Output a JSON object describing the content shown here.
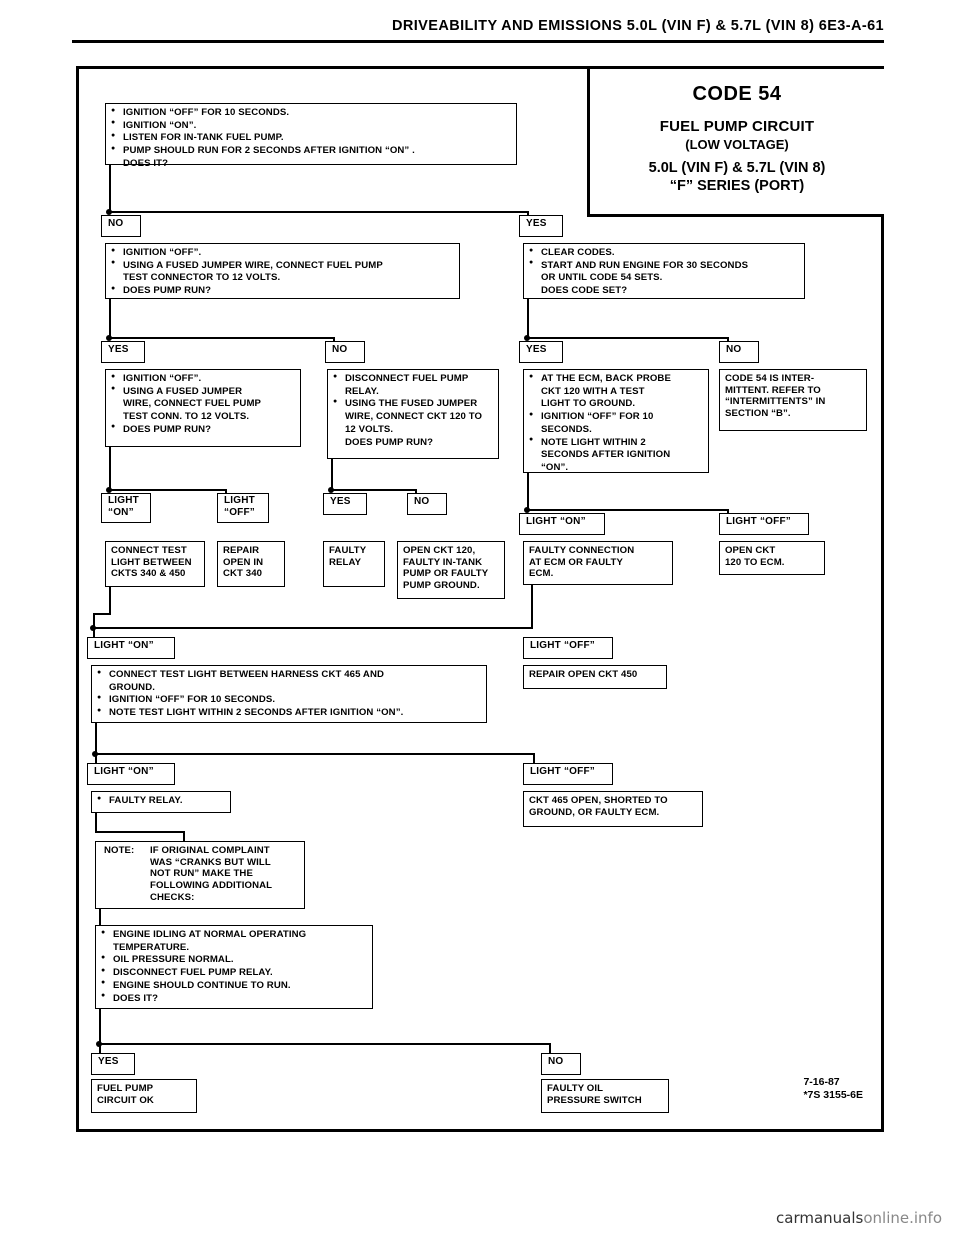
{
  "header": {
    "title": "DRIVEABILITY AND EMISSIONS 5.0L (VIN F) & 5.7L (VIN 8)  6E3-A-61"
  },
  "code_box": {
    "code": "CODE 54",
    "circuit": "FUEL PUMP CIRCUIT",
    "condition": "(LOW VOLTAGE)",
    "engines": "5.0L (VIN F) &  5.7L (VIN 8)",
    "series": "“F”  SERIES  (PORT)"
  },
  "nodes": {
    "n1": [
      "IGNITION “OFF” FOR 10 SECONDS.",
      "IGNITION “ON”.",
      "LISTEN FOR IN-TANK FUEL PUMP.",
      "PUMP SHOULD RUN FOR 2 SECONDS AFTER  IGNITION “ON” .",
      "DOES IT?"
    ],
    "n2": [
      "IGNITION “OFF”.",
      "USING A FUSED JUMPER WIRE, CONNECT FUEL PUMP",
      "TEST CONNECTOR TO 12 VOLTS.",
      "DOES PUMP RUN?"
    ],
    "n3": [
      "CLEAR CODES.",
      "START AND RUN ENGINE FOR 30 SECONDS",
      "OR UNTIL CODE 54 SETS.",
      "DOES CODE SET?"
    ],
    "n4": [
      "IGNITION “OFF”.",
      "USING A FUSED JUMPER",
      "WIRE, CONNECT FUEL PUMP",
      "TEST CONN. TO 12 VOLTS.",
      "DOES PUMP RUN?"
    ],
    "n5": [
      "DISCONNECT FUEL PUMP",
      "RELAY.",
      "USING THE FUSED JUMPER",
      "WIRE, CONNECT CKT 120 TO",
      "12 VOLTS.",
      "DOES PUMP RUN?"
    ],
    "n6": [
      "AT THE ECM, BACK PROBE",
      "CKT 120 WITH A TEST",
      "LIGHT TO GROUND.",
      "IGNITION “OFF” FOR 10",
      "SECONDS.",
      "NOTE LIGHT WITHIN 2",
      "SECONDS AFTER IGNITION",
      "“ON”."
    ],
    "n7": [
      "CODE 54 IS INTER-",
      "MITTENT.  REFER TO",
      "“INTERMITTENTS” IN",
      "SECTION “B”."
    ],
    "n8": [
      "CONNECT TEST",
      "LIGHT BETWEEN",
      "CKTS 340 & 450"
    ],
    "n9": [
      "REPAIR",
      "OPEN IN",
      "CKT 340"
    ],
    "n10": [
      "FAULTY",
      "RELAY"
    ],
    "n11": [
      "OPEN CKT 120,",
      "FAULTY IN-TANK",
      "PUMP OR FAULTY",
      "PUMP GROUND."
    ],
    "n12": [
      "FAULTY CONNECTION",
      "AT ECM OR FAULTY",
      "ECM."
    ],
    "n13": [
      "OPEN CKT",
      "120 TO ECM."
    ],
    "n14": [
      "CONNECT TEST LIGHT BETWEEN HARNESS CKT 465 AND",
      "GROUND.",
      "IGNITION “OFF” FOR 10 SECONDS.",
      "NOTE TEST LIGHT WITHIN 2 SECONDS AFTER IGNITION “ON”."
    ],
    "n15": [
      "REPAIR OPEN CKT 450"
    ],
    "n16": [
      "FAULTY RELAY."
    ],
    "n17": [
      "CKT 465 OPEN, SHORTED TO",
      "GROUND, OR FAULTY ECM."
    ],
    "n18": {
      "label": "NOTE:",
      "lines": [
        "IF ORIGINAL COMPLAINT",
        "WAS “CRANKS BUT WILL",
        "NOT RUN” MAKE THE",
        "FOLLOWING ADDITIONAL",
        "CHECKS:"
      ]
    },
    "n19": [
      "ENGINE IDLING AT NORMAL OPERATING",
      "TEMPERATURE.",
      "OIL PRESSURE NORMAL.",
      "DISCONNECT FUEL PUMP RELAY.",
      "ENGINE SHOULD CONTINUE TO RUN.",
      "DOES IT?"
    ],
    "n20": [
      "FUEL PUMP",
      "CIRCUIT OK"
    ],
    "n21": [
      "FAULTY OIL",
      "PRESSURE SWITCH"
    ]
  },
  "labels": {
    "no1": "NO",
    "yes1": "YES",
    "yes2": "YES",
    "no2": "NO",
    "yes3": "YES",
    "no3": "NO",
    "light_on1": "LIGHT\n“ON”",
    "light_off1": "LIGHT\n“OFF”",
    "yes4": "YES",
    "no4": "NO",
    "light_on2": "LIGHT “ON”",
    "light_off2": "LIGHT “OFF”",
    "light_on3": "LIGHT “ON”",
    "light_off3": "LIGHT “OFF”",
    "light_on4": "LIGHT “ON”",
    "light_off4": "LIGHT “OFF”",
    "yes5": "YES",
    "no5": "NO"
  },
  "footer": {
    "date": "7-16-87",
    "doc_id": "*7S 3155-6E",
    "watermark_a": "carmanuals",
    "watermark_b": "online.info"
  }
}
